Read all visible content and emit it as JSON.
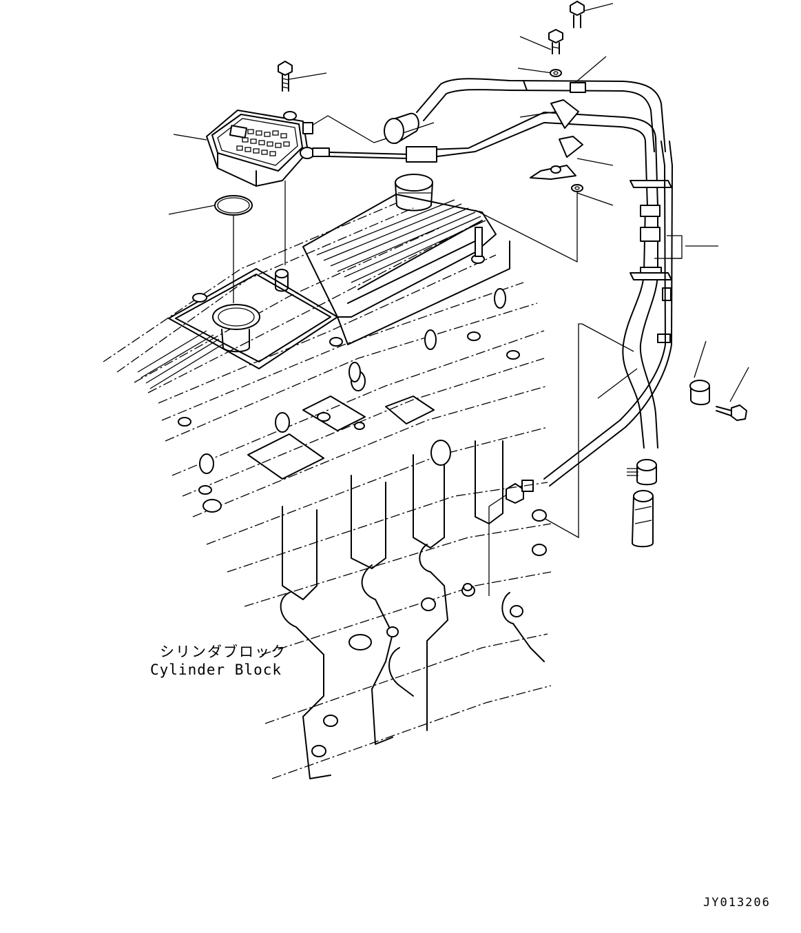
{
  "diagram": {
    "labels": {
      "cylinder_block_jp": "シリンダブロック",
      "cylinder_block_en": "Cylinder Block"
    },
    "drawing_code": "JY013206"
  },
  "colors": {
    "ink": "#000000",
    "paper": "#ffffff"
  }
}
